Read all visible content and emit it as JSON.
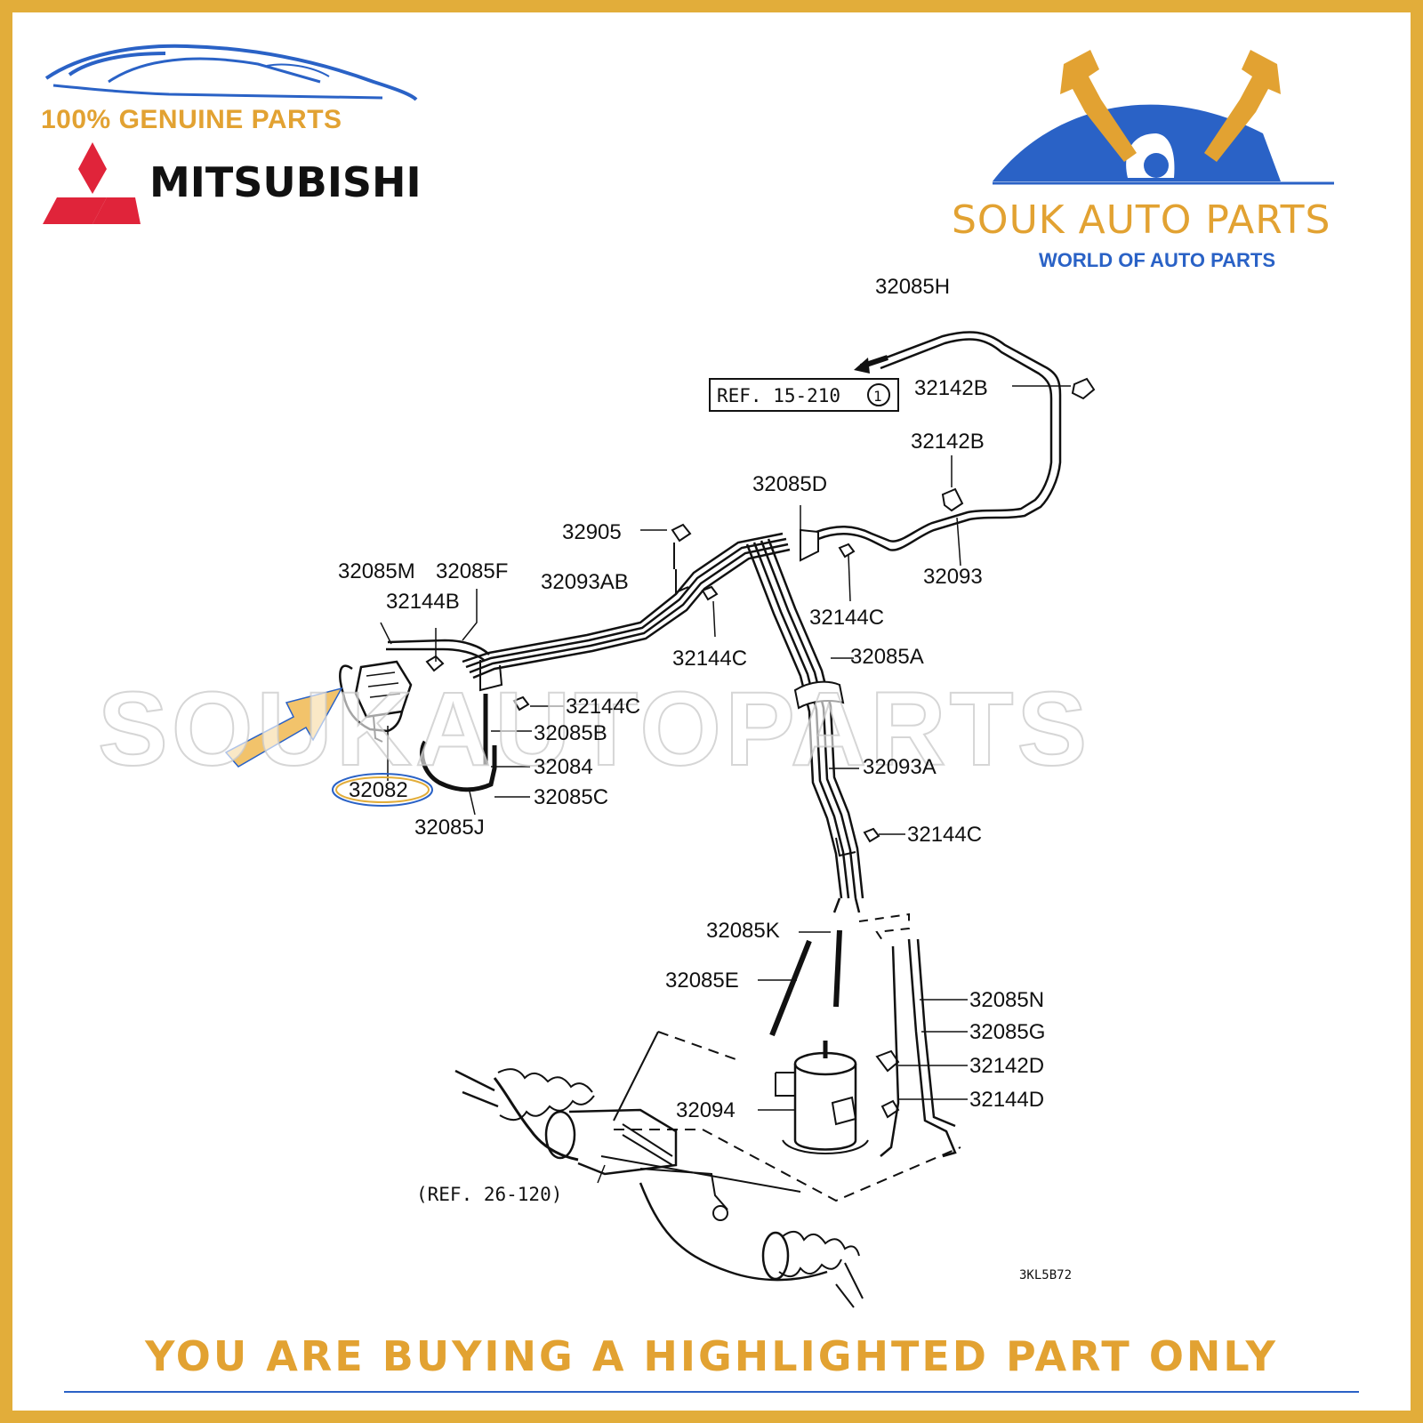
{
  "header": {
    "genuine_text": "100% GENUINE PARTS",
    "brand_text": "MITSUBISHI",
    "brand_icon": "mitsubishi-three-diamond-logo",
    "car_icon": "car-silhouette-logo"
  },
  "seller": {
    "name": "SOUK AUTO PARTS",
    "tagline": "WORLD OF AUTO PARTS",
    "icon": "wrenches-and-dome-logo"
  },
  "watermark": "SOUKAUTOPARTS",
  "diagram": {
    "highlighted_part": "32082",
    "ref_top": "REF. 15-210",
    "ref_top_circle": "1",
    "ref_bottom": "(REF. 26-120)",
    "drawing_code": "3KL5B72",
    "part_labels": {
      "p32085H": "32085H",
      "p32142B_1": "32142B",
      "p32142B_2": "32142B",
      "p32085D": "32085D",
      "p32905": "32905",
      "p32093": "32093",
      "p32144C_1": "32144C",
      "p32085M": "32085M",
      "p32085F": "32085F",
      "p32093AB": "32093AB",
      "p32144B": "32144B",
      "p32144C_2": "32144C",
      "p32085A": "32085A",
      "p32144C_3": "32144C",
      "p32085B": "32085B",
      "p32084": "32084",
      "p32093A": "32093A",
      "p32085C": "32085C",
      "p32085J": "32085J",
      "p32144C_4": "32144C",
      "p32085K": "32085K",
      "p32085E": "32085E",
      "p32085N": "32085N",
      "p32085G": "32085G",
      "p32142D": "32142D",
      "p32094": "32094",
      "p32144D": "32144D"
    },
    "colors": {
      "highlight_ring": "#e2ad3a",
      "arrow": "#f2c36b",
      "accent_blue": "#2a62c6"
    }
  },
  "footer": {
    "notice": "YOU ARE BUYING A HIGHLIGHTED PART ONLY"
  }
}
